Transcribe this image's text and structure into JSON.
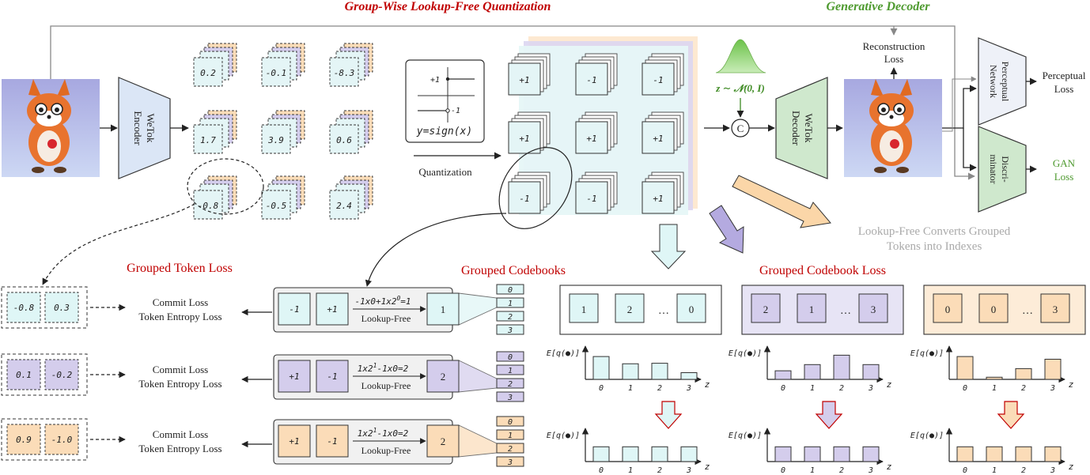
{
  "titles": {
    "quantization": "Group-Wise Lookup-Free Quantization",
    "decoder": "Generative Decoder"
  },
  "encoder": {
    "label1": "WeTok",
    "label2": "Encoder"
  },
  "decoder_block": {
    "label1": "WeTok",
    "label2": "Decoder"
  },
  "latent_values": [
    "0.2",
    "-0.1",
    "-8.3",
    "1.7",
    "3.9",
    "0.6",
    "-0.8",
    "-0.5",
    "2.4"
  ],
  "sign_function": {
    "plus": "+1",
    "minus": "-1",
    "formula": "y=sign(x)"
  },
  "quantization_label": "Quantization",
  "quantized_values": [
    "+1",
    "-1",
    "-1",
    "+1",
    "+1",
    "+1",
    "-1",
    "-1",
    "+1"
  ],
  "noise_formula": "z ∼ 𝒩(0, I)",
  "concat_symbol": "C",
  "reconstruction_loss": {
    "line1": "Reconstruction",
    "line2": "Loss"
  },
  "perceptual_network": {
    "line1": "Perceptual",
    "line2": "Network"
  },
  "perceptual_loss": {
    "line1": "Perceptual",
    "line2": "Loss"
  },
  "discriminator": {
    "line1": "Discri-",
    "line2": "minator"
  },
  "gan_loss": {
    "line1": "GAN",
    "line2": "Loss"
  },
  "lookup_free_note": {
    "line1": "Lookup-Free Converts Grouped",
    "line2": "Tokens into Indexes"
  },
  "section_labels": {
    "grouped_token_loss": "Grouped Token Loss",
    "grouped_codebooks": "Grouped Codebooks",
    "grouped_codebook_loss": "Grouped Codebook Loss"
  },
  "groups": [
    {
      "color": "#dff6f6",
      "token_values": [
        "-0.8",
        "0.3"
      ],
      "commit_loss": "Commit Loss",
      "entropy_loss": "Token Entropy Loss",
      "bits": [
        "-1",
        "+1"
      ],
      "formula_main": "-1x0+1x2",
      "formula_exp": "0",
      "formula_tail": "=1",
      "lookup_label": "Lookup-Free",
      "index": "1",
      "codebook": [
        "0",
        "1",
        "2",
        "3"
      ],
      "highlight": 1
    },
    {
      "color": "#d4cdec",
      "token_values": [
        "0.1",
        "-0.2"
      ],
      "commit_loss": "Commit Loss",
      "entropy_loss": "Token Entropy Loss",
      "bits": [
        "+1",
        "-1"
      ],
      "formula_main": "1x2",
      "formula_exp": "1",
      "formula_tail": "-1x0=2",
      "lookup_label": "Lookup-Free",
      "index": "2",
      "codebook": [
        "0",
        "1",
        "2",
        "3"
      ],
      "highlight": 2
    },
    {
      "color": "#fbdcb8",
      "token_values": [
        "0.9",
        "-1.0"
      ],
      "commit_loss": "Commit Loss",
      "entropy_loss": "Token Entropy Loss",
      "bits": [
        "+1",
        "-1"
      ],
      "formula_main": "1x2",
      "formula_exp": "1",
      "formula_tail": "-1x0=2",
      "lookup_label": "Lookup-Free",
      "index": "2",
      "codebook": [
        "0",
        "1",
        "2",
        "3"
      ],
      "highlight": 2
    }
  ],
  "codebook_rows": [
    {
      "color": "#dff6f6",
      "items": [
        "1",
        "2",
        "…",
        "0"
      ]
    },
    {
      "color": "#d4cdec",
      "items": [
        "2",
        "1",
        "…",
        "3"
      ]
    },
    {
      "color": "#fbdcb8",
      "items": [
        "0",
        "0",
        "…",
        "3"
      ]
    }
  ],
  "chart_data": [
    {
      "type": "bar",
      "ylabel": "E[q(●)]",
      "xlabel": "z",
      "categories": [
        "0",
        "1",
        "2",
        "3"
      ],
      "values": [
        0.85,
        0.58,
        0.6,
        0.25
      ],
      "color": "#dff6f6"
    },
    {
      "type": "bar",
      "ylabel": "E[q(●)]",
      "xlabel": "z",
      "categories": [
        "0",
        "1",
        "2",
        "3"
      ],
      "values": [
        0.32,
        0.55,
        0.9,
        0.55
      ],
      "color": "#d4cdec"
    },
    {
      "type": "bar",
      "ylabel": "E[q(●)]",
      "xlabel": "z",
      "categories": [
        "0",
        "1",
        "2",
        "3"
      ],
      "values": [
        0.85,
        0.08,
        0.4,
        0.75
      ],
      "color": "#fbdcb8"
    },
    {
      "type": "bar",
      "ylabel": "E[q(●)]",
      "xlabel": "z",
      "categories": [
        "0",
        "1",
        "2",
        "3"
      ],
      "values": [
        0.55,
        0.55,
        0.55,
        0.55
      ],
      "color": "#dff6f6"
    },
    {
      "type": "bar",
      "ylabel": "E[q(●)]",
      "xlabel": "z",
      "categories": [
        "0",
        "1",
        "2",
        "3"
      ],
      "values": [
        0.55,
        0.55,
        0.55,
        0.55
      ],
      "color": "#d4cdec"
    },
    {
      "type": "bar",
      "ylabel": "E[q(●)]",
      "xlabel": "z",
      "categories": [
        "0",
        "1",
        "2",
        "3"
      ],
      "values": [
        0.55,
        0.55,
        0.55,
        0.55
      ],
      "color": "#fbdcb8"
    }
  ]
}
